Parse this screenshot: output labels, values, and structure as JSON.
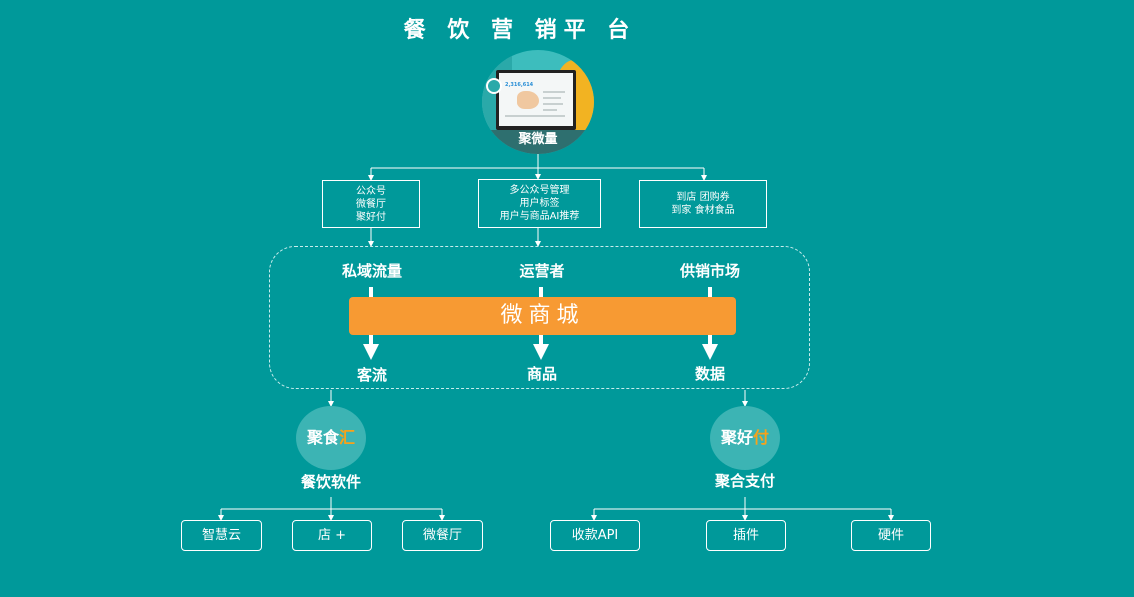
{
  "title": "餐 饮 营 销平 台",
  "hero": {
    "label": "聚微量",
    "screen_number": "2,316,614"
  },
  "top_boxes": [
    {
      "lines": [
        "公众号",
        "微餐厅",
        "聚好付"
      ]
    },
    {
      "lines": [
        "多公众号管理",
        "用户标签",
        "用户与商品AI推荐"
      ]
    },
    {
      "lines": [
        "到店 团购券",
        "到家 食材食品"
      ]
    }
  ],
  "core": {
    "inputs": [
      "私域流量",
      "运营者",
      "供销市场"
    ],
    "center": "微商城",
    "outputs": [
      "客流",
      "商品",
      "数据"
    ]
  },
  "left_branch": {
    "logo_text": "聚食",
    "logo_accent": "汇",
    "label": "餐饮软件",
    "items": [
      "智慧云",
      "店 +",
      "微餐厅"
    ]
  },
  "right_branch": {
    "logo_text": "聚好",
    "logo_accent": "付",
    "label": "聚合支付",
    "items": [
      "收款API",
      "插件",
      "硬件"
    ]
  },
  "colors": {
    "background": "#00999a",
    "accent_orange": "#f79a33",
    "logo_circle": "#3cb4b4",
    "line": "#ffffff"
  }
}
